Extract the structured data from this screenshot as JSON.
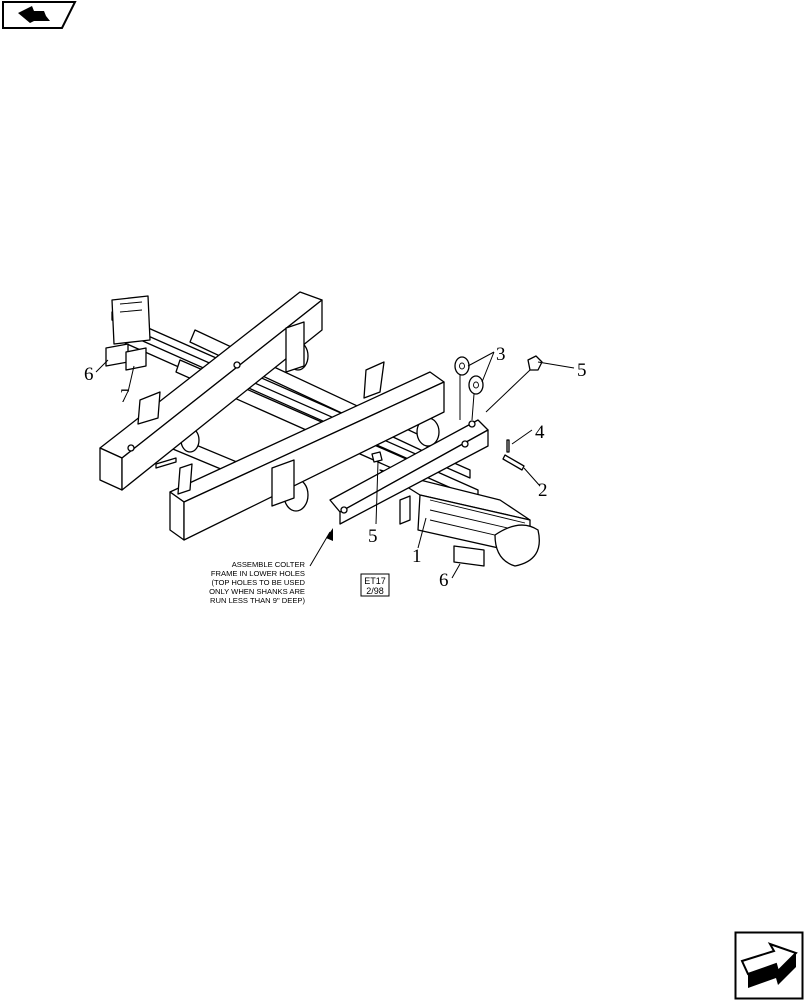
{
  "navigation": {
    "back_icon": "back-arrow-icon",
    "next_icon": "next-page-icon"
  },
  "callouts": [
    {
      "id": "c3",
      "label": "3"
    },
    {
      "id": "c5a",
      "label": "5"
    },
    {
      "id": "c4",
      "label": "4"
    },
    {
      "id": "c2",
      "label": "2"
    },
    {
      "id": "c6a",
      "label": "6"
    },
    {
      "id": "c7",
      "label": "7"
    },
    {
      "id": "c5b",
      "label": "5"
    },
    {
      "id": "c1",
      "label": "1"
    },
    {
      "id": "c6b",
      "label": "6"
    }
  ],
  "assembly_note": [
    "ASSEMBLE COLTER",
    "FRAME IN LOWER HOLES",
    "(TOP HOLES TO BE USED",
    "ONLY WHEN SHANKS ARE",
    "RUN LESS THAN 9\" DEEP)"
  ],
  "drawing_code": [
    "ET17",
    "2/98"
  ]
}
